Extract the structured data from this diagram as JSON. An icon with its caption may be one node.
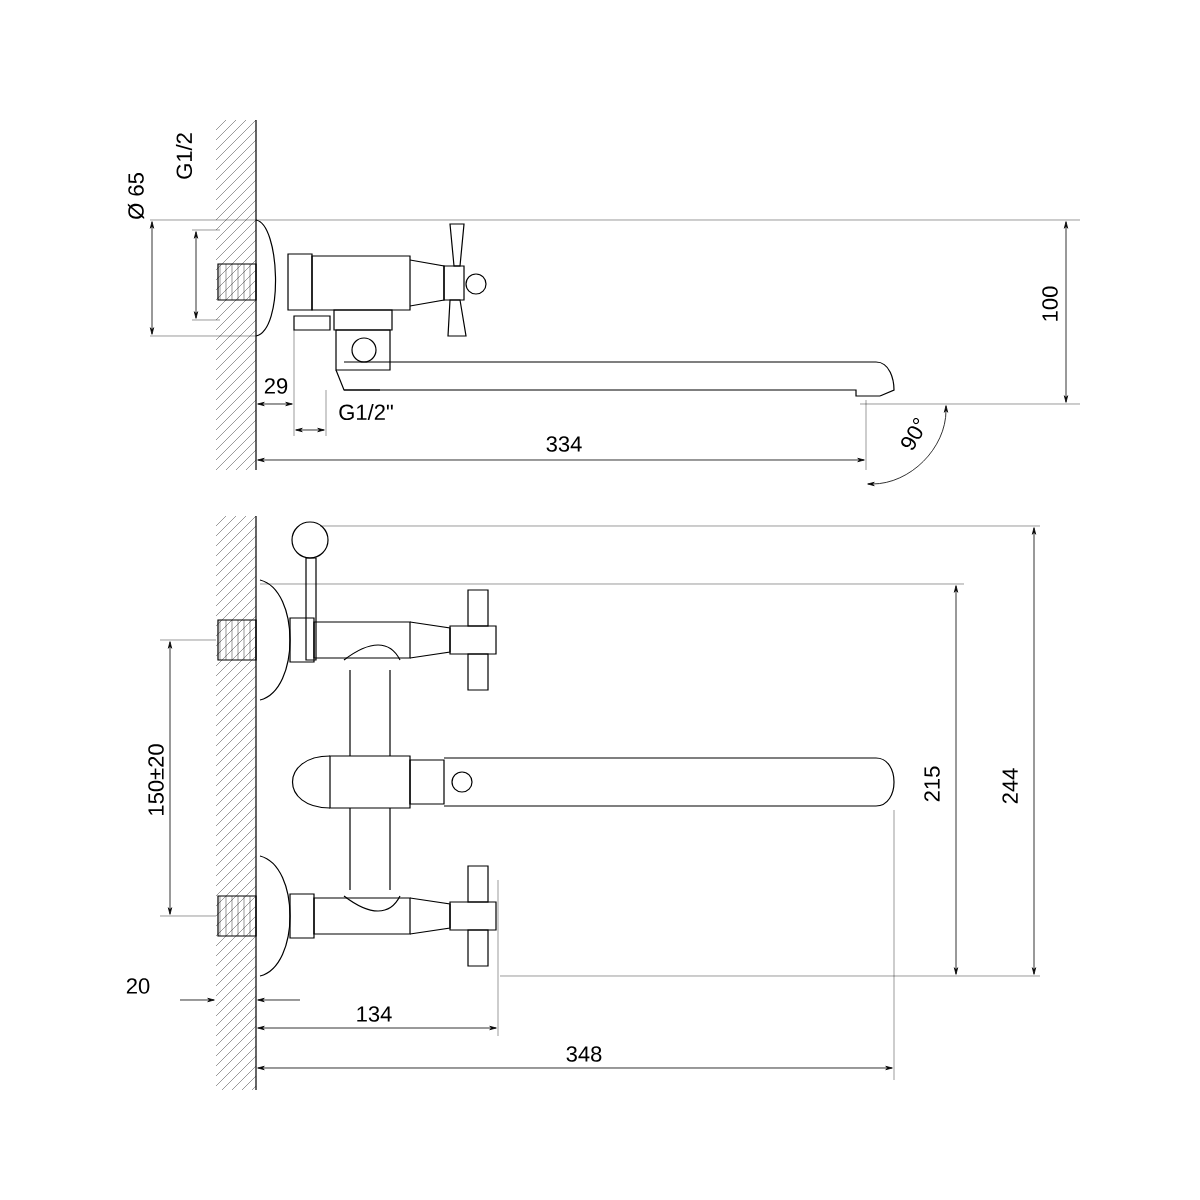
{
  "diagram": {
    "labels": [
      "Ø 65",
      "G1/2",
      "100",
      "29",
      "G1/2\"",
      "334",
      "90°",
      "150±20",
      "215",
      "244",
      "20",
      "134",
      "348"
    ]
  }
}
